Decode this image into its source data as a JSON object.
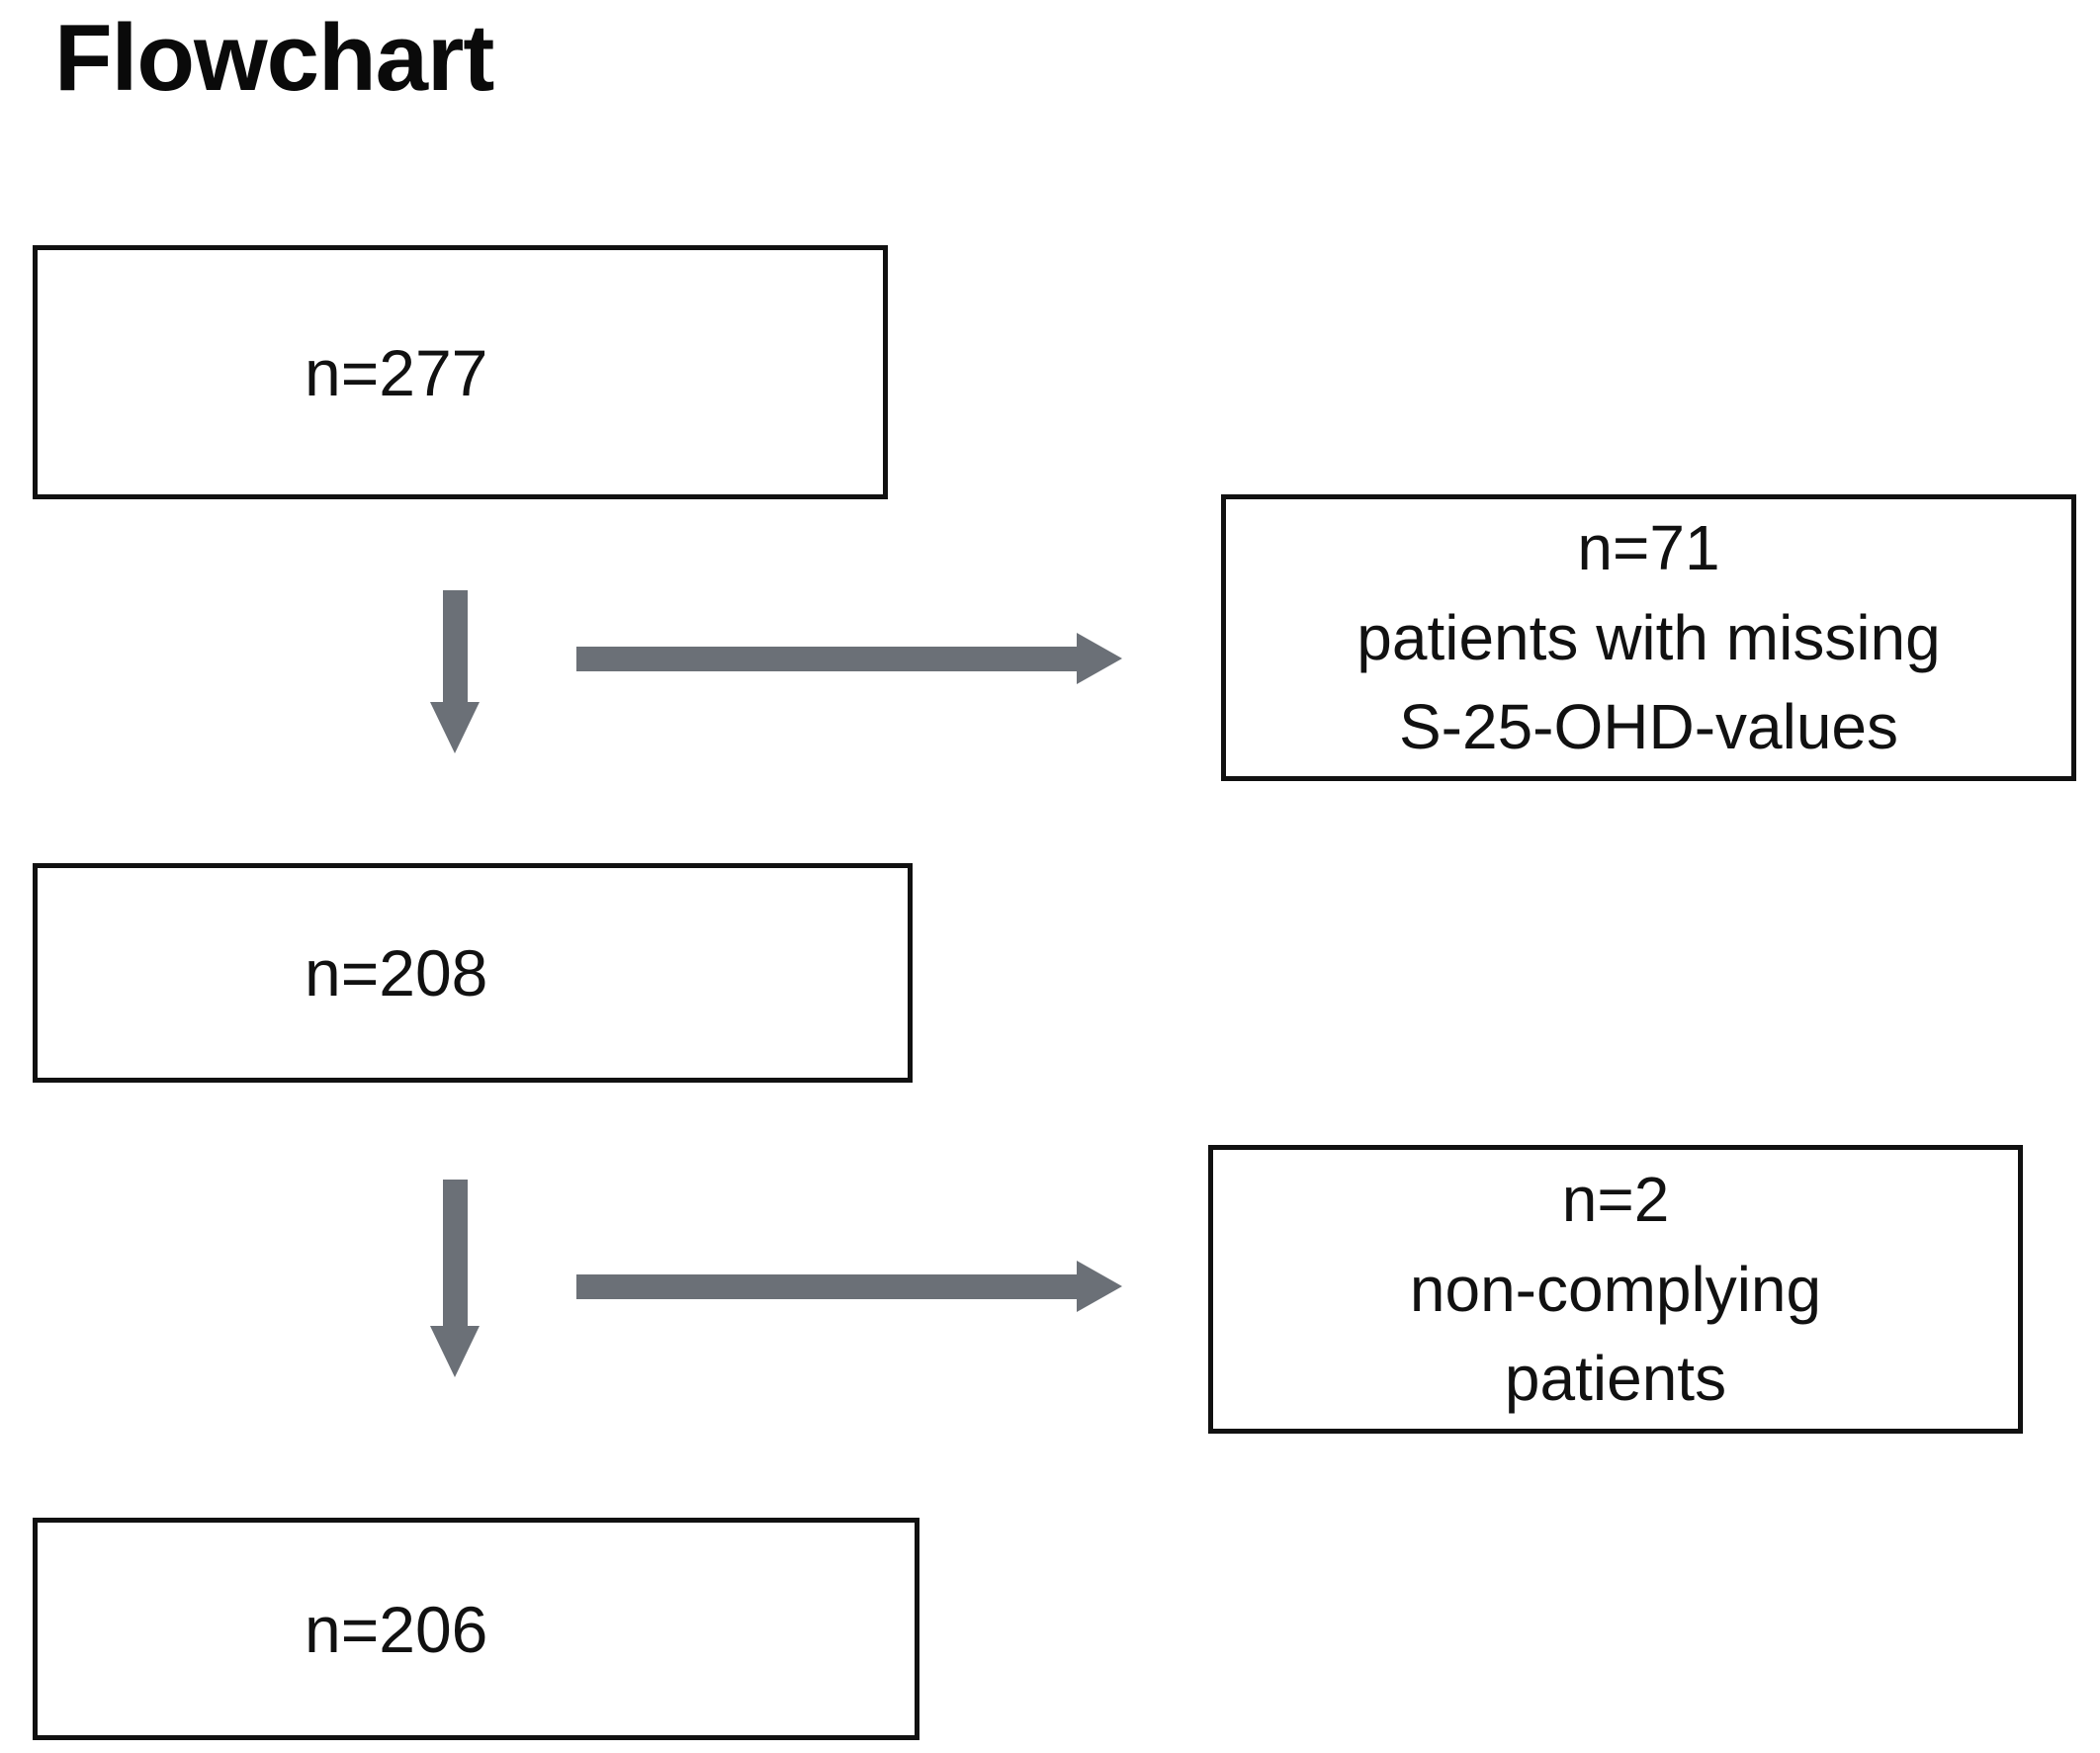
{
  "title": "Flowchart",
  "colors": {
    "arrow": "#6b7077",
    "box_border": "#111111",
    "text": "#111111",
    "background": "#ffffff"
  },
  "chart_data": {
    "type": "diagram",
    "title": "Flowchart",
    "diagram_kind": "patient-flow",
    "nodes": [
      {
        "id": "n277",
        "label": "n=277",
        "count": 277,
        "column": "main",
        "order": 1
      },
      {
        "id": "n71",
        "label": "n=71",
        "count": 71,
        "column": "exclusion",
        "order": 1,
        "lines": [
          "n=71",
          "patients with missing",
          "S-25-OHD-values"
        ]
      },
      {
        "id": "n208",
        "label": "n=208",
        "count": 208,
        "column": "main",
        "order": 2
      },
      {
        "id": "n2",
        "label": "n=2",
        "count": 2,
        "column": "exclusion",
        "order": 2,
        "lines": [
          "n=2",
          "non-complying",
          "patients"
        ]
      },
      {
        "id": "n206",
        "label": "n=206",
        "count": 206,
        "column": "main",
        "order": 3
      }
    ],
    "edges": [
      {
        "from": "n277",
        "to": "n208",
        "direction": "down"
      },
      {
        "from": "n277",
        "to": "n71",
        "direction": "right"
      },
      {
        "from": "n208",
        "to": "n206",
        "direction": "down"
      },
      {
        "from": "n208",
        "to": "n2",
        "direction": "right"
      }
    ]
  },
  "boxes": {
    "top": {
      "text": "n=277"
    },
    "middle": {
      "text": "n=208"
    },
    "bottom": {
      "text": "n=206"
    },
    "exclusion_one": {
      "line1": "n=71",
      "line2": "patients with missing",
      "line3": "S-25-OHD-values"
    },
    "exclusion_two": {
      "line1": "n=2",
      "line2": "non-complying",
      "line3": "patients"
    }
  }
}
